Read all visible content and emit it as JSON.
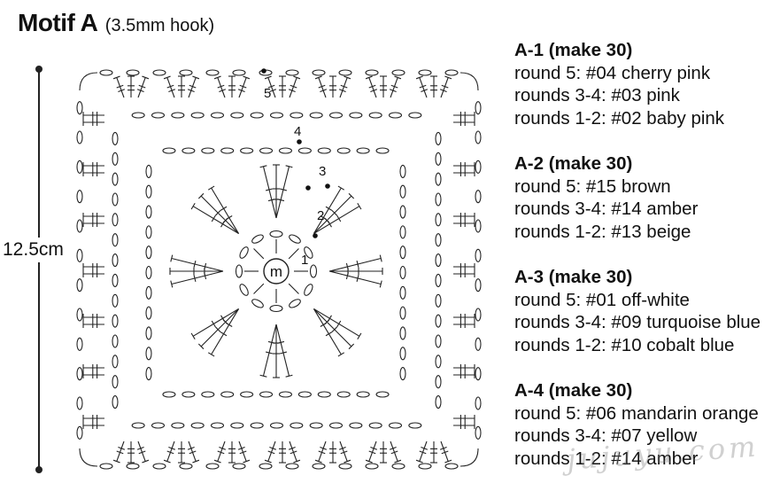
{
  "title": {
    "main": "Motif A",
    "hook": "(3.5mm hook)"
  },
  "dimension": "12.5cm",
  "center_label": "m",
  "round_labels": [
    "1",
    "2",
    "3",
    "4",
    "5"
  ],
  "motifs": [
    {
      "heading": "A-1 (make 30)",
      "rounds": [
        "round 5: #04 cherry pink",
        "rounds 3-4: #03 pink",
        "rounds 1-2: #02 baby pink"
      ]
    },
    {
      "heading": "A-2 (make 30)",
      "rounds": [
        "round 5: #15 brown",
        "rounds 3-4: #14 amber",
        "rounds 1-2: #13 beige"
      ]
    },
    {
      "heading": "A-3 (make 30)",
      "rounds": [
        "round 5: #01 off-white",
        "rounds 3-4: #09 turquoise blue",
        "rounds 1-2: #10 cobalt blue"
      ]
    },
    {
      "heading": "A-4 (make 30)",
      "rounds": [
        "round 5: #06 mandarin orange",
        "rounds 3-4: #07 yellow",
        "rounds 1-2: #14 amber"
      ]
    }
  ],
  "watermark": "jujuyu.com"
}
